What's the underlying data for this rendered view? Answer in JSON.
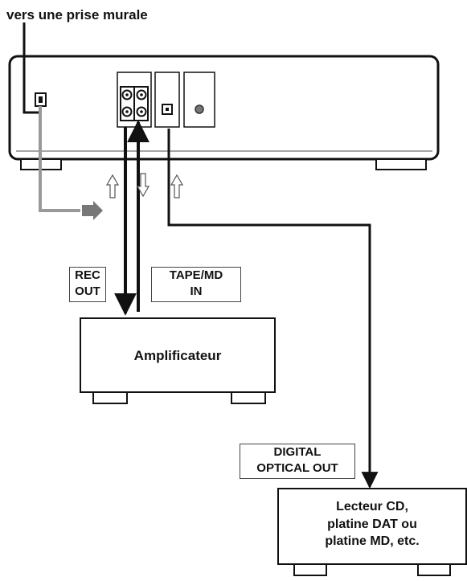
{
  "wall_outlet_label": "vers une prise murale",
  "rec_out_label": [
    "REC",
    "OUT"
  ],
  "tape_md_in_label": [
    "TAPE/MD",
    "IN"
  ],
  "amplifier_label": "Amplificateur",
  "digital_optical_out_label": [
    "DIGITAL",
    "OPTICAL OUT"
  ],
  "source_device_label": [
    "Lecteur CD,",
    "platine DAT ou",
    "platine MD, etc."
  ]
}
